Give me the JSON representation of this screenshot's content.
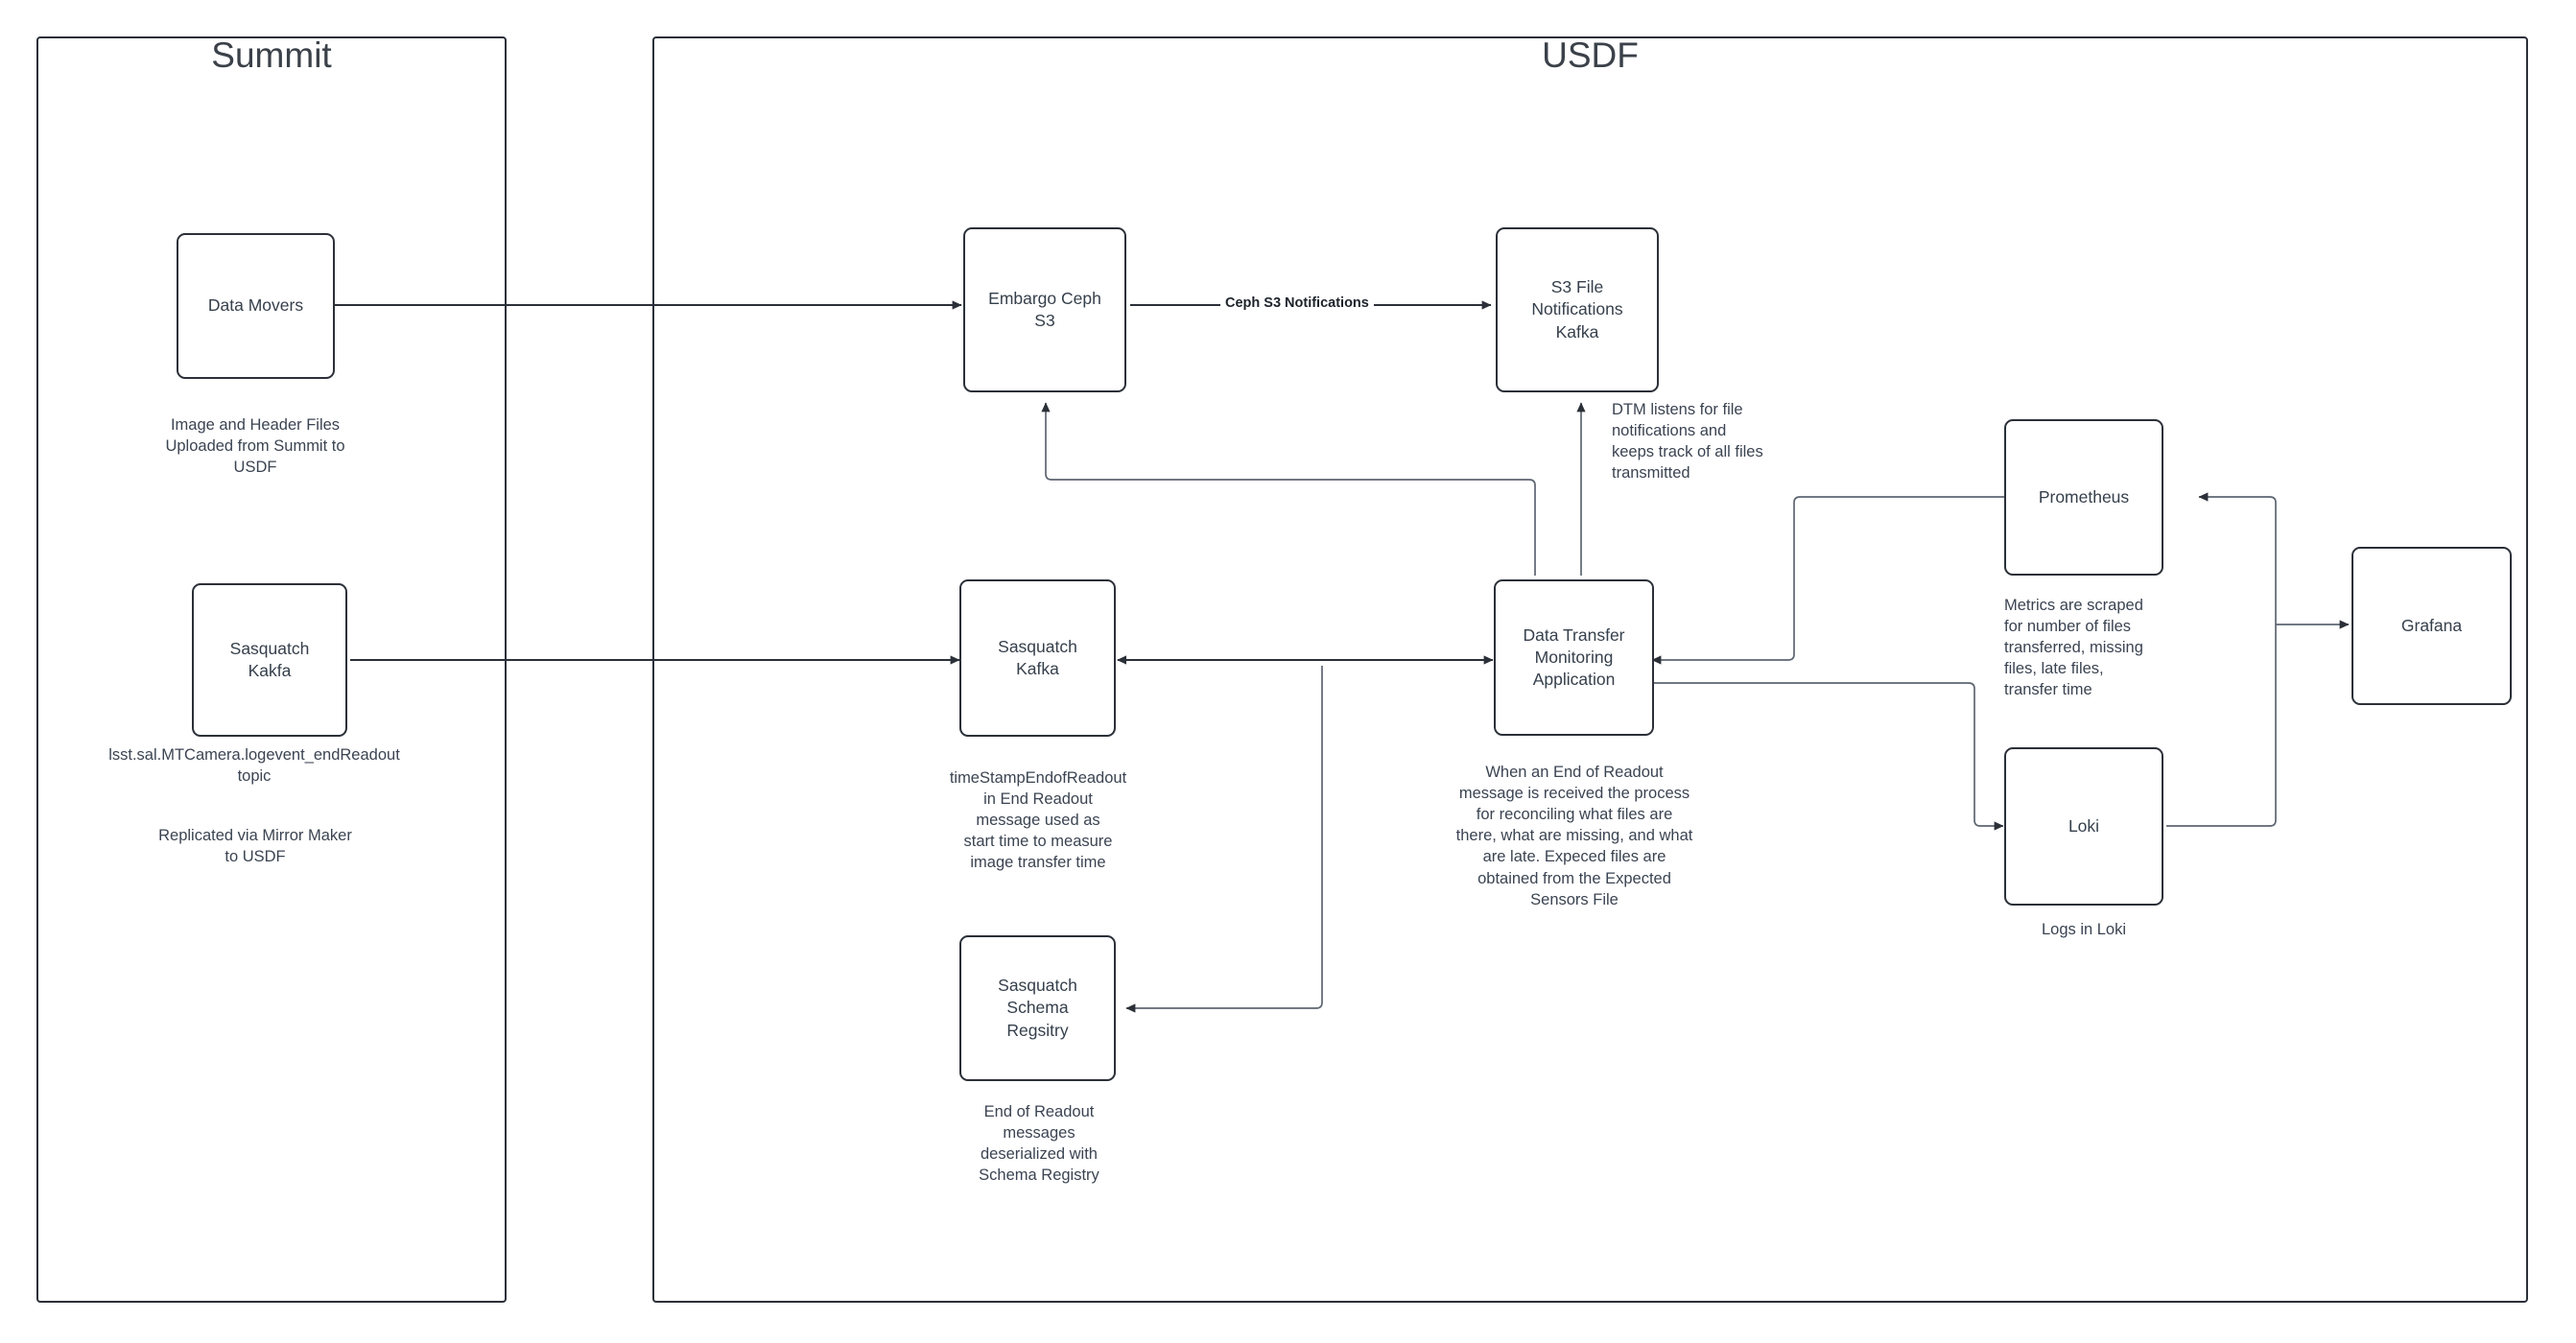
{
  "diagram": {
    "title_summit": "Summit",
    "title_usdf": "USDF",
    "zones": [
      {
        "id": "summit",
        "label": "Summit"
      },
      {
        "id": "usdf",
        "label": "USDF"
      }
    ],
    "nodes": [
      {
        "id": "data-movers",
        "label": "Data Movers"
      },
      {
        "id": "sasquatch-kafka-summit",
        "label": "Sasquatch\nKakfa"
      },
      {
        "id": "embargo-ceph-s3",
        "label": "Embargo Ceph\nS3"
      },
      {
        "id": "s3-file-notifications-kafka",
        "label": "S3 File\nNotifications\nKafka"
      },
      {
        "id": "sasquatch-kafka-usdf",
        "label": "Sasquatch\nKafka"
      },
      {
        "id": "data-transfer-monitoring-application",
        "label": "Data Transfer\nMonitoring\nApplication"
      },
      {
        "id": "sasquatch-schema-registry",
        "label": "Sasquatch\nSchema\nRegsitry"
      },
      {
        "id": "prometheus",
        "label": "Prometheus"
      },
      {
        "id": "loki",
        "label": "Loki"
      },
      {
        "id": "grafana",
        "label": "Grafana"
      }
    ],
    "notes": [
      {
        "id": "note-data-movers",
        "text": "Image and Header Files\nUploaded from Summit to\nUSDF"
      },
      {
        "id": "note-kafka-topic",
        "text": "lsst.sal.MTCamera.logevent_endReadout\ntopic"
      },
      {
        "id": "note-mirror-maker",
        "text": "Replicated via Mirror Maker\nto USDF"
      },
      {
        "id": "note-dtm-listens",
        "text": "DTM listens for file\nnotifications and\nkeeps track of all files\ntransmitted"
      },
      {
        "id": "note-timestamp",
        "text": "timeStampEndofReadout\nin End Readout\nmessage used as\nstart time to measure\nimage transfer time"
      },
      {
        "id": "note-dtm-process",
        "text": "When an End of Readout\nmessage is received the process\nfor reconciling what files are\nthere, what are missing, and what\nare late. Expeced files are\nobtained from the Expected\nSensors File"
      },
      {
        "id": "note-schema-registry",
        "text": "End of Readout\nmessages\ndeserialized with\nSchema Registry"
      },
      {
        "id": "note-prometheus",
        "text": "Metrics are scraped\nfor number of files\ntransferred, missing\nfiles, late files,\ntransfer time"
      },
      {
        "id": "note-loki",
        "text": "Logs in Loki"
      }
    ],
    "edge_labels": [
      {
        "id": "edge-ceph-s3-notifications",
        "text": "Ceph S3 Notifications"
      }
    ],
    "colors": {
      "stroke": "#2b3038",
      "thin_stroke": "#6b7280",
      "text": "#36404c",
      "background": "#ffffff"
    }
  }
}
